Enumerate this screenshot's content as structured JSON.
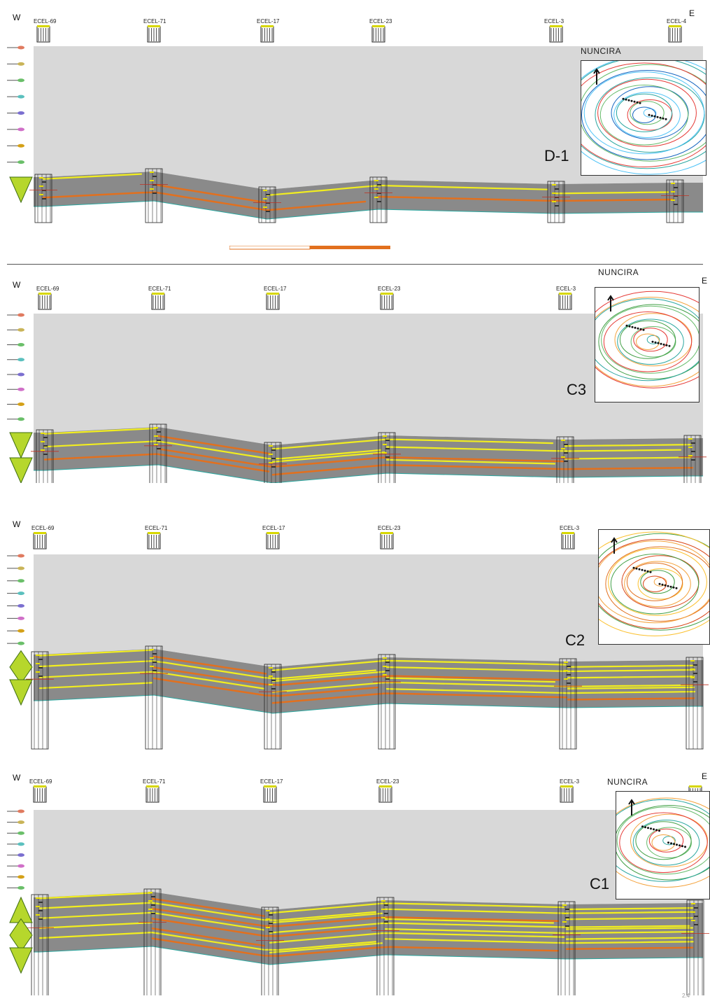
{
  "figure": {
    "west_label": "W",
    "east_label": "E",
    "region_name": "NUNCIRA",
    "wells": [
      "ECEL-69",
      "ECEL-71",
      "ECEL-17",
      "ECEL-23",
      "ECEL-3",
      "ECEL-4"
    ],
    "page_number": "2.4"
  },
  "panels": [
    {
      "stage_label": "D-1",
      "show_region": true,
      "show_east_label": true,
      "inset_palette": "cool",
      "sand_level": 1,
      "arrows": [
        "down"
      ]
    },
    {
      "stage_label": "C3",
      "show_region": true,
      "show_east_label": true,
      "inset_palette": "mixed",
      "sand_level": 2,
      "arrows": [
        "down",
        "down"
      ]
    },
    {
      "stage_label": "C2",
      "show_region": false,
      "show_east_label": false,
      "inset_palette": "warm",
      "sand_level": 3,
      "arrows": [
        "diamond",
        "down"
      ]
    },
    {
      "stage_label": "C1",
      "show_region": true,
      "show_east_label": true,
      "inset_palette": "mixed",
      "sand_level": 4,
      "arrows": [
        "up",
        "diamond",
        "down"
      ]
    }
  ],
  "colors": {
    "overburden": "#d8d8d8",
    "shale": "#8a8a8a",
    "sand": "#f2ee1f",
    "sand_orange": "#e2701e",
    "arrow_green": "#b6d72c",
    "marker_line": "#2aa7a0"
  }
}
